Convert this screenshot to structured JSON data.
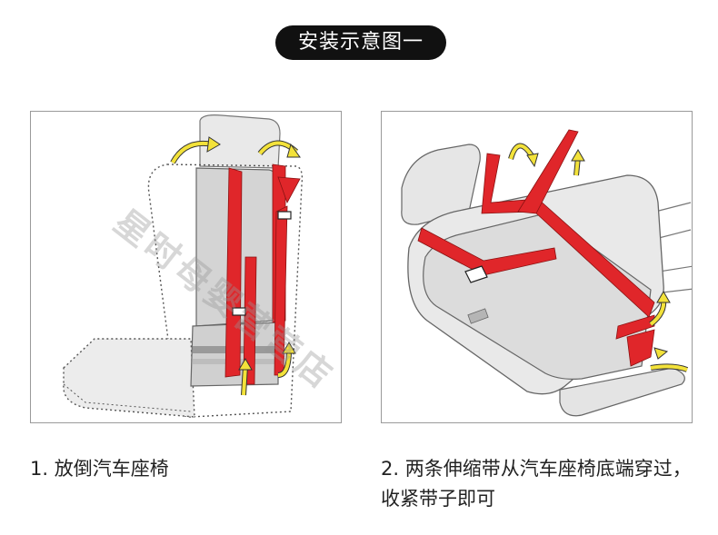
{
  "header": {
    "title": "安装示意图一"
  },
  "panels": [
    {
      "caption": "1. 放倒汽车座椅"
    },
    {
      "caption": "2. 两条伸缩带从汽车座椅底端穿过，收紧带子即可"
    }
  ],
  "watermark": {
    "text": "星时母婴营营店"
  },
  "colors": {
    "strap": "#e0262a",
    "arrow": "#f3e23a",
    "seat": "#e6e6e6",
    "outline": "#555555",
    "pill": "#111111"
  }
}
